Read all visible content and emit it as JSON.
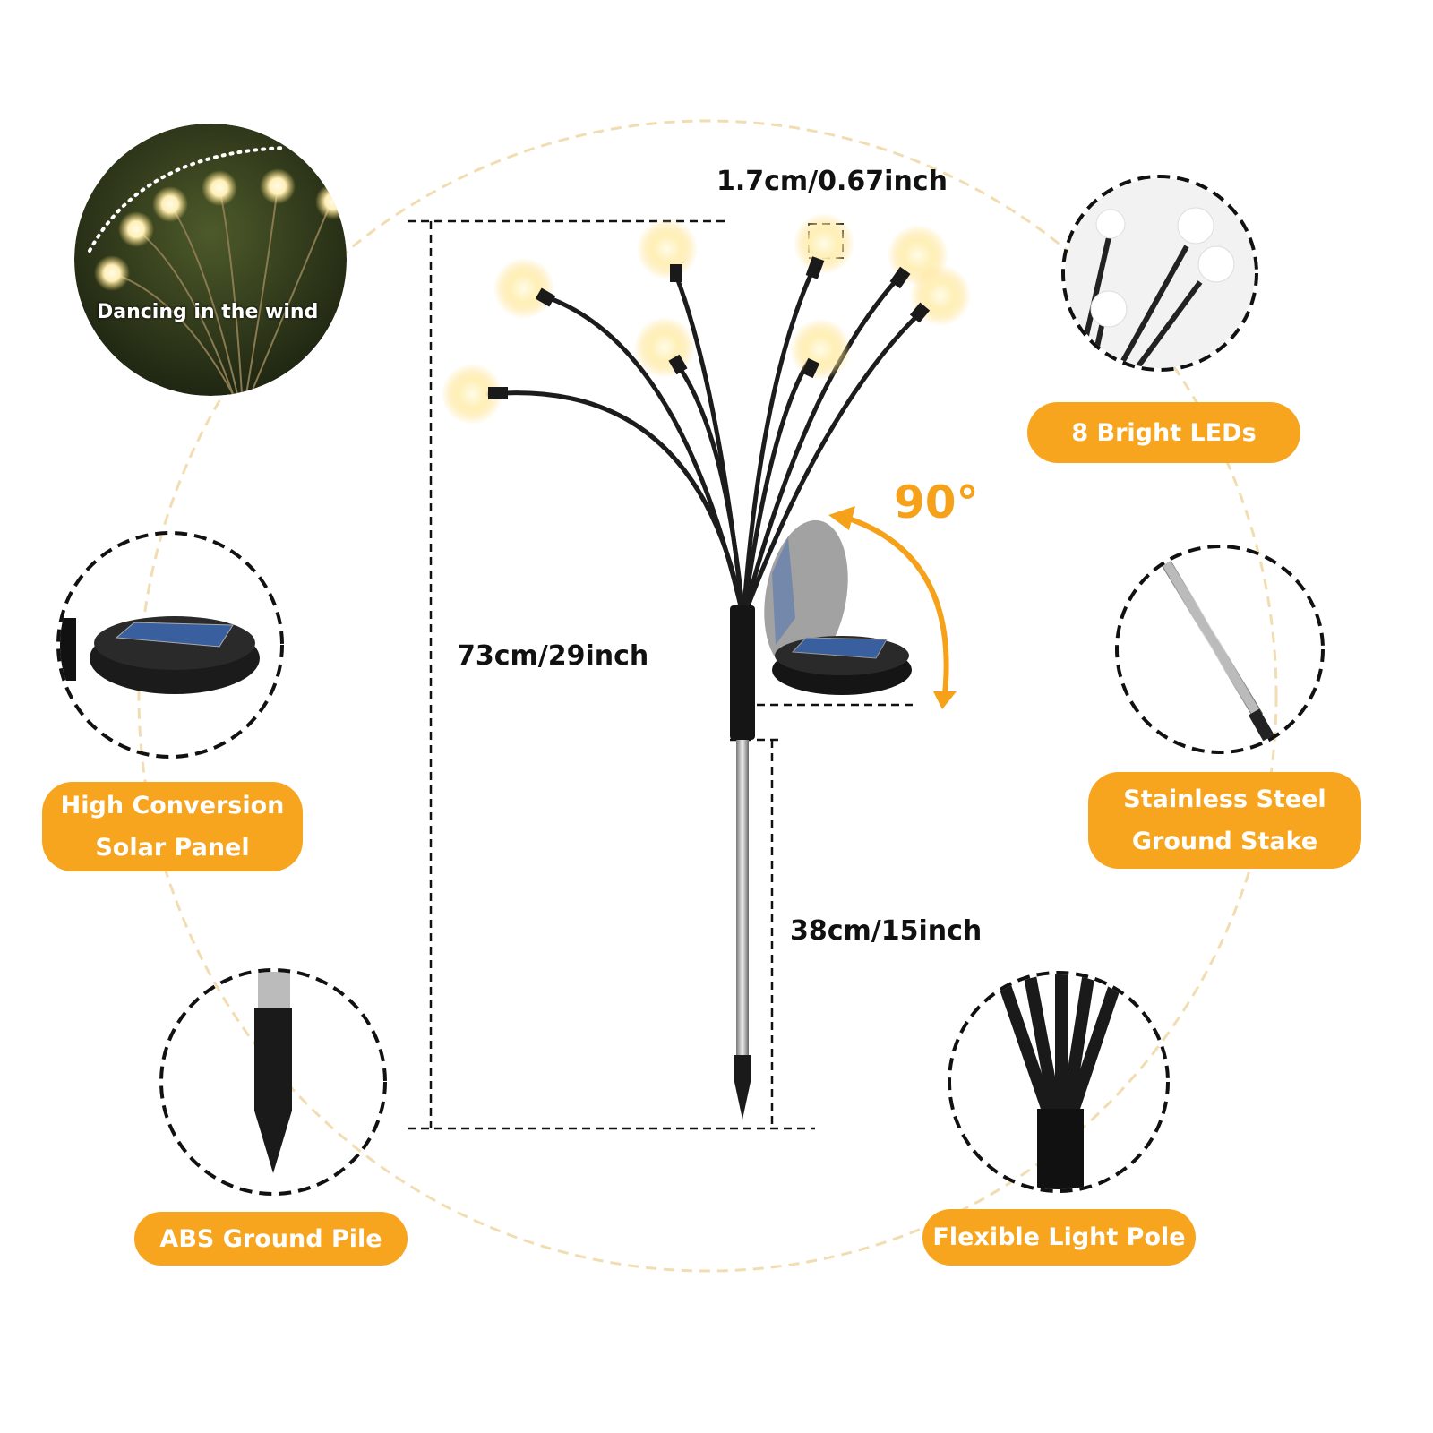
{
  "colors": {
    "accent": "#F7A51E",
    "guide_circle": "#F2DDB2",
    "dimension_lines": "#111111"
  },
  "photo_caption": "Dancing in the wind",
  "dimensions": {
    "bulb": "1.7cm/0.67inch",
    "total_height": "73cm/29inch",
    "stake_length": "38cm/15inch",
    "panel_rotation": "90°"
  },
  "features": {
    "leds": "8 Bright LEDs",
    "solar_line1": "High Conversion",
    "solar_line2": "Solar Panel",
    "stake_line1": "Stainless Steel",
    "stake_line2": "Ground Stake",
    "pile": "ABS Ground Pile",
    "pole": "Flexible Light Pole"
  }
}
